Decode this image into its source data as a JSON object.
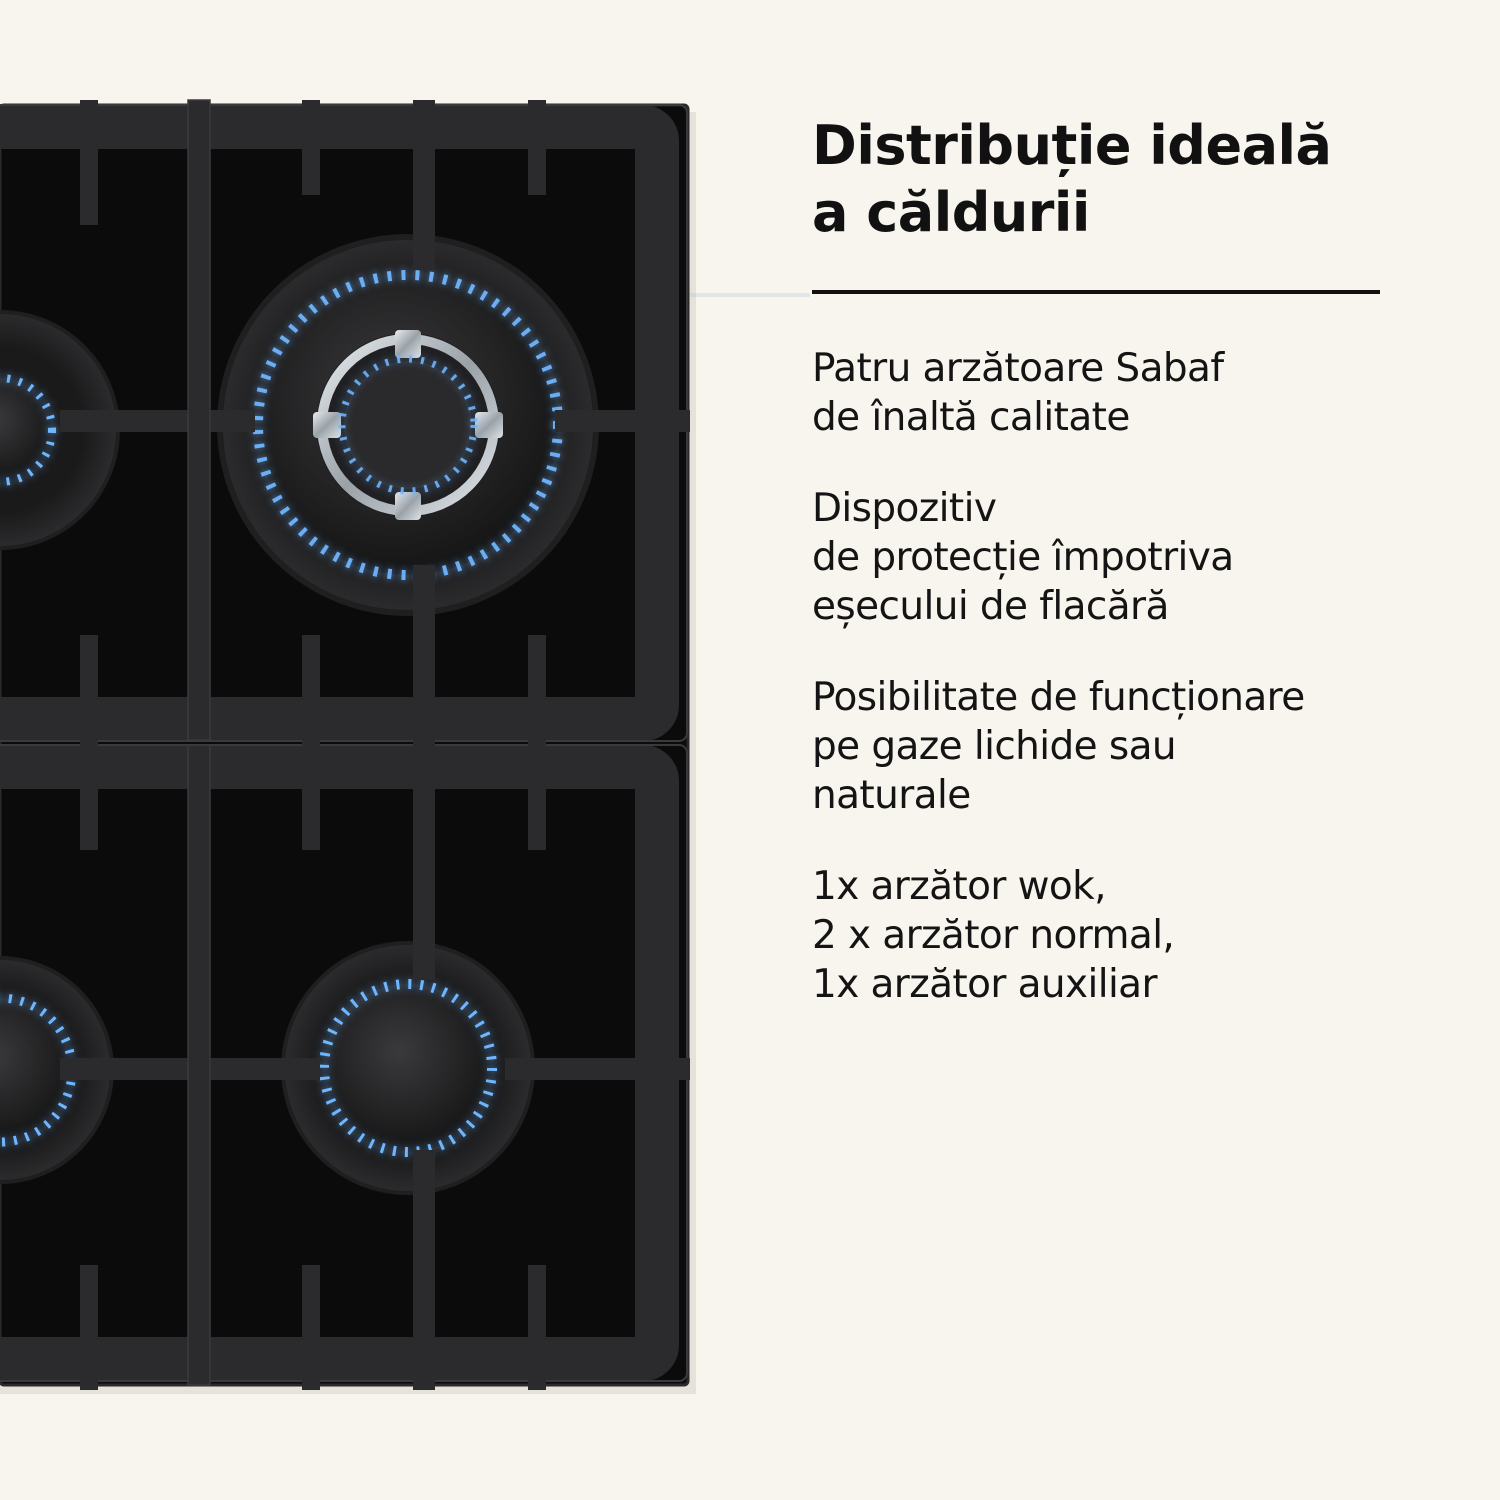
{
  "title_lines": [
    "Distribuție ideală",
    "a căldurii"
  ],
  "features": [
    {
      "lines": [
        "Patru arzătoare Sabaf",
        "de înaltă calitate"
      ]
    },
    {
      "lines": [
        "Dispozitiv",
        "de protecție împotriva",
        "eșecului de flacără"
      ]
    },
    {
      "lines": [
        "Posibilitate de funcționare",
        "pe gaze lichide sau",
        "naturale"
      ]
    },
    {
      "lines": [
        "1x arzător wok,",
        "2 x arzător normal,",
        "1x arzător auxiliar"
      ]
    }
  ],
  "image": {
    "icons": [
      "gas-hob-photo",
      "wok-burner-icon",
      "normal-burner-icon",
      "auxiliary-burner-icon",
      "pan-support-grate-icon"
    ]
  },
  "colors": {
    "background": "#f8f5ee",
    "text": "#111111",
    "glass": "#0b0b0c",
    "grate": "#2b2b2d",
    "flame": "#6fb6ff"
  }
}
